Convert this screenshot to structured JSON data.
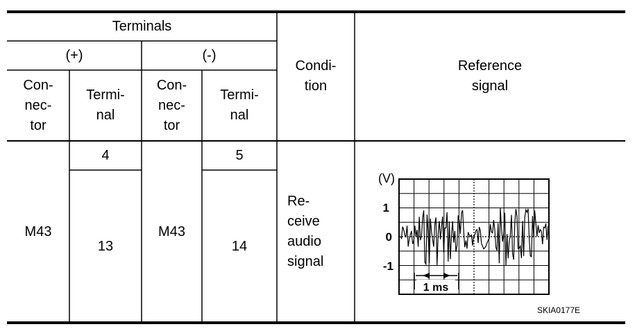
{
  "table": {
    "header": {
      "terminals": "Terminals",
      "plus": "(+)",
      "minus": "(-)",
      "connector": "Con-\nnec-\ntor",
      "terminal": "Termi-\nnal",
      "condition": "Condi-\ntion",
      "reference_signal": "Reference\nsignal"
    },
    "row": {
      "plus_connector": "M43",
      "plus_terminal_a": "4",
      "plus_terminal_b": "13",
      "minus_connector": "M43",
      "minus_terminal_a": "5",
      "minus_terminal_b": "14",
      "condition": "Re-\nceive\naudio\nsignal"
    }
  },
  "waveform": {
    "unit": "(V)",
    "y_ticks": [
      "1",
      "0",
      "-1"
    ],
    "time_scale": "1 ms",
    "figure_code": "SKIA0177E"
  }
}
